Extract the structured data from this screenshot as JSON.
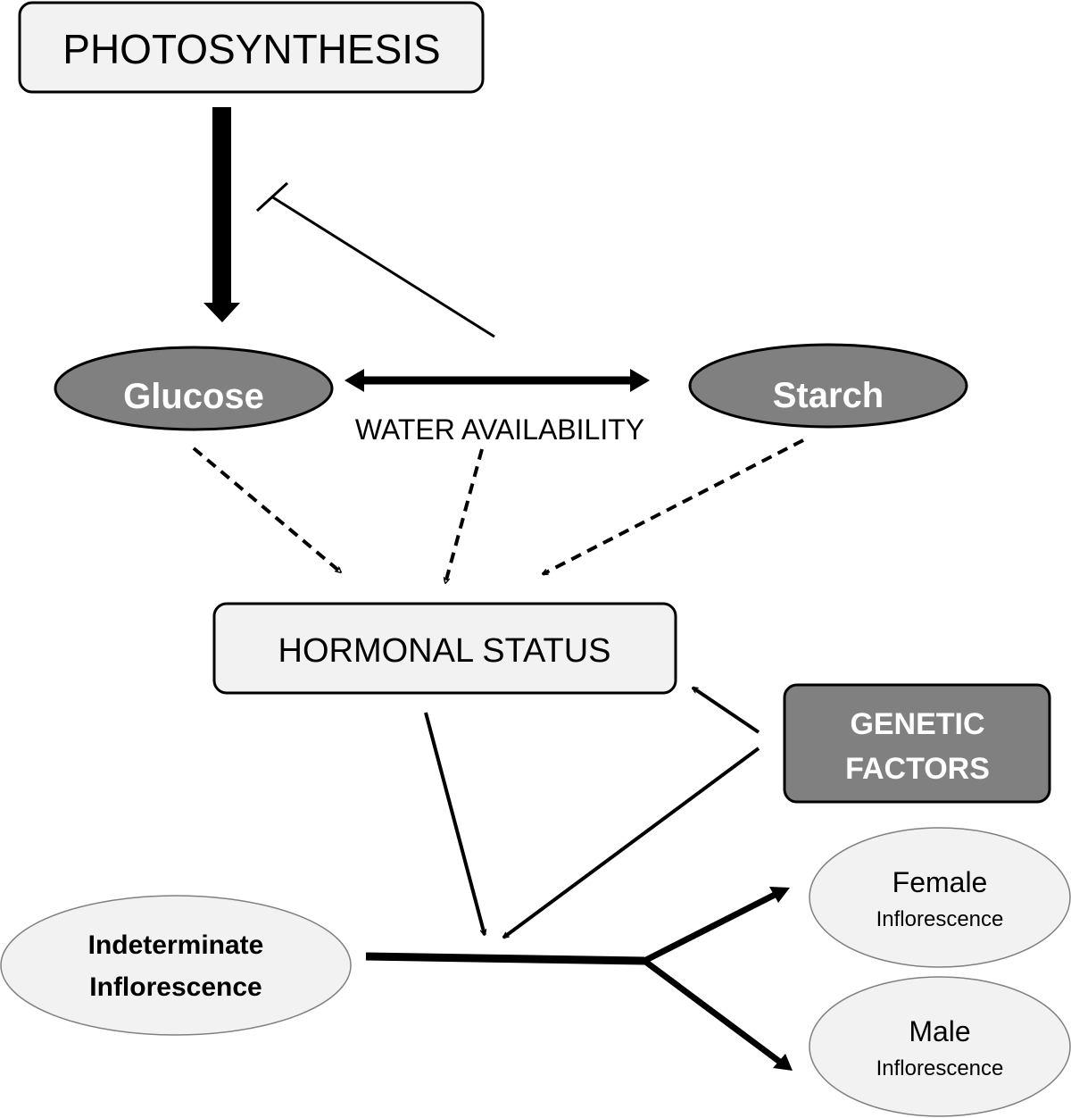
{
  "nodes": {
    "photosynthesis": "PHOTOSYNTHESIS",
    "glucose": "Glucose",
    "starch": "Starch",
    "water_availability": "WATER AVAILABILITY",
    "hormonal_status": "HORMONAL STATUS",
    "genetic_factors": {
      "line1": "GENETIC",
      "line2": "FACTORS"
    },
    "indeterminate_inflorescence": {
      "line1": "Indeterminate",
      "line2": "Inflorescence"
    },
    "female_inflorescence": {
      "line1": "Female",
      "line2": "Inflorescence"
    },
    "male_inflorescence": {
      "line1": "Male",
      "line2": "Inflorescence"
    }
  },
  "colors": {
    "dark_fill": "#808080",
    "light_fill": "#f2f2f2",
    "stroke": "#000000",
    "dark_text": "#ffffff",
    "light_text": "#000000"
  }
}
